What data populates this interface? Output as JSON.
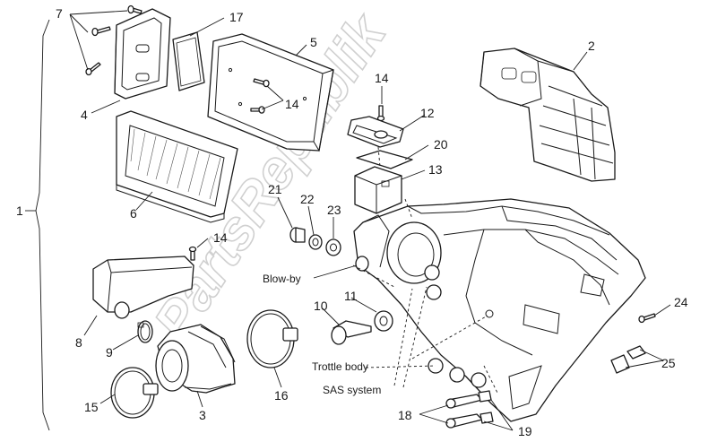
{
  "labels": {
    "n1": "1",
    "n2": "2",
    "n3": "3",
    "n4": "4",
    "n5": "5",
    "n6": "6",
    "n7": "7",
    "n8": "8",
    "n9": "9",
    "n10": "10",
    "n11": "11",
    "n12": "12",
    "n13": "13",
    "n14a": "14",
    "n14b": "14",
    "n14c": "14",
    "n15": "15",
    "n16": "16",
    "n17": "17",
    "n18": "18",
    "n19": "19",
    "n20": "20",
    "n21": "21",
    "n22": "22",
    "n23": "23",
    "n24": "24",
    "n25": "25"
  },
  "captions": {
    "blowby": "Blow-by",
    "trottle": "Trottle body",
    "sas": "SAS system"
  },
  "watermark": "PartsRepublik"
}
